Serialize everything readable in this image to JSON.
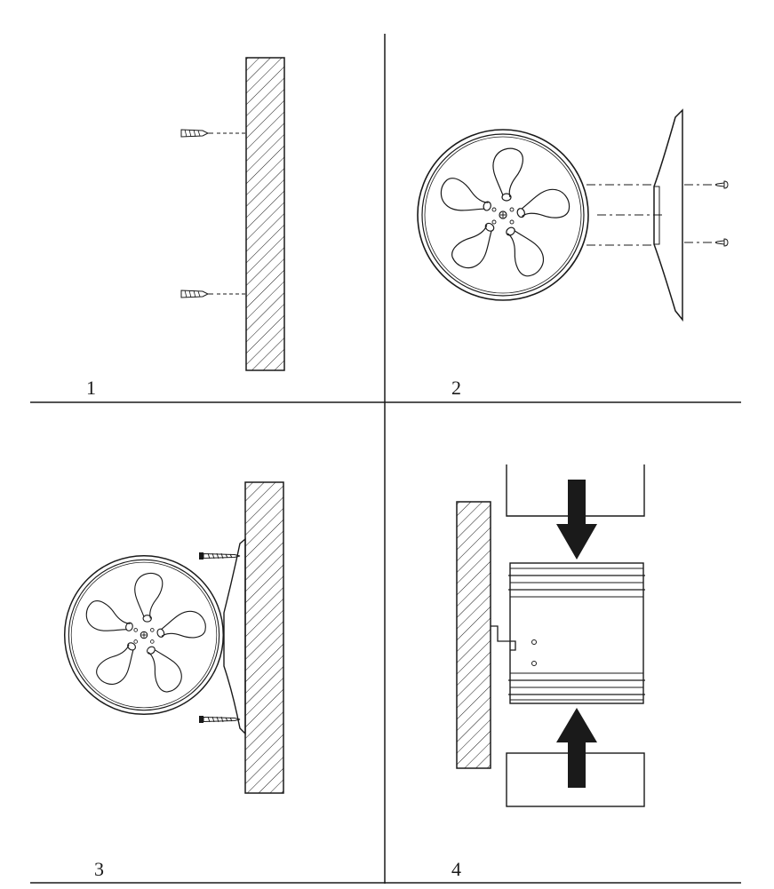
{
  "steps": [
    {
      "number": "1",
      "description_icon": "drill-wall-and-insert-anchors"
    },
    {
      "number": "2",
      "description_icon": "screw-bracket-to-fan"
    },
    {
      "number": "3",
      "description_icon": "mount-fan-bracket-on-wall"
    },
    {
      "number": "4",
      "description_icon": "attach-duct-pipes"
    }
  ],
  "colors": {
    "line": "#1a1a1a",
    "arrow": "#1a1a1a",
    "background": "#ffffff"
  }
}
